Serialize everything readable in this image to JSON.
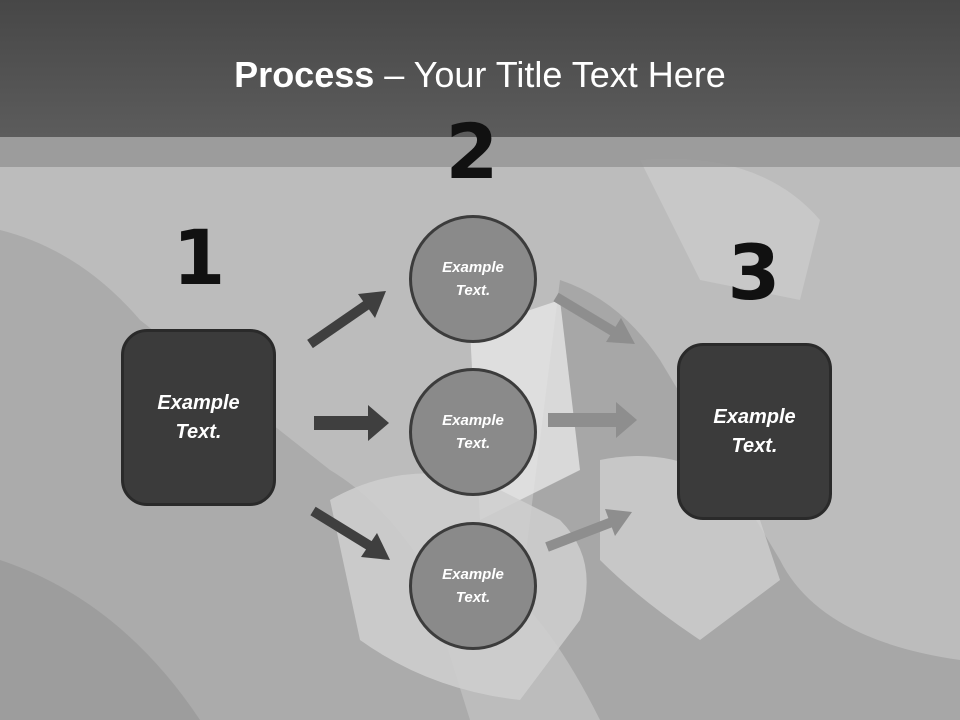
{
  "title": {
    "bold": "Process",
    "rest": " – Your Title Text Here"
  },
  "steps": {
    "one": "1",
    "two": "2",
    "three": "3"
  },
  "boxes": {
    "left": "Example Text.",
    "right": "Example Text."
  },
  "circles": [
    "Example Text.",
    "Example Text.",
    "Example Text."
  ],
  "colors": {
    "title_bar": "#4f4f4f",
    "box_fill": "#3b3b3b",
    "circle_fill": "#8a8a8a",
    "dark_arrow": "#3f3f3f",
    "light_arrow": "#8e8e8e"
  }
}
